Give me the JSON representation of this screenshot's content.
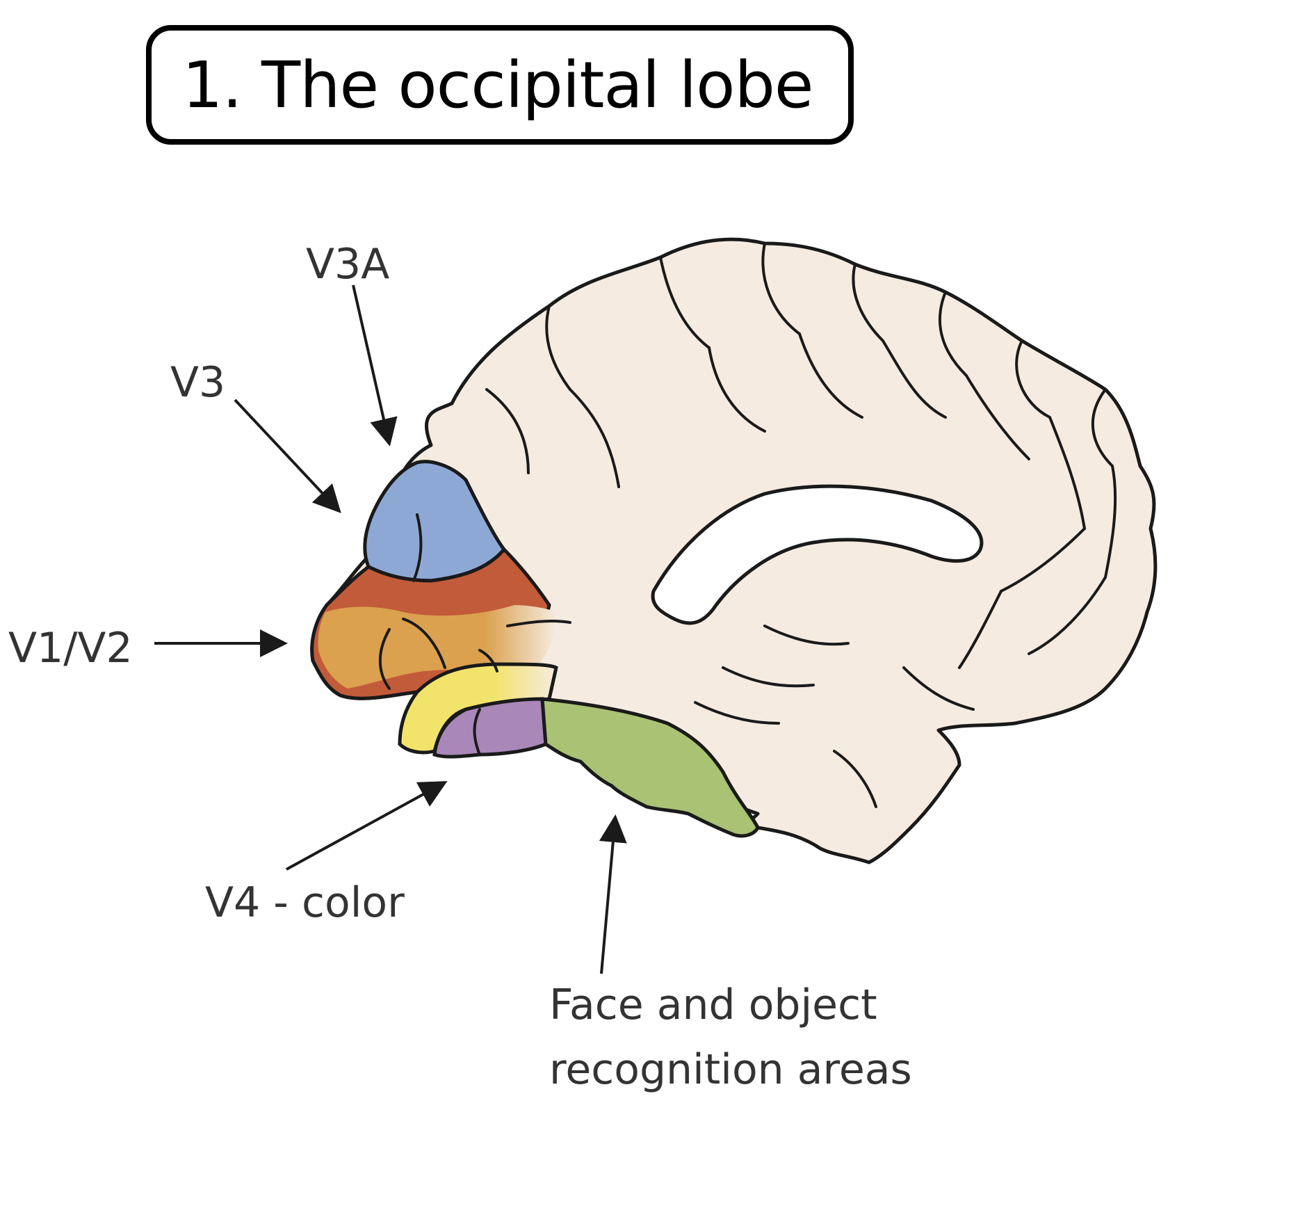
{
  "title": "1. The occipital lobe",
  "labels": {
    "v3a": "V3A",
    "v3": "V3",
    "v1v2": "V1/V2",
    "v4": "V4 - color",
    "face_line1": "Face and object",
    "face_line2": "recognition areas"
  },
  "colors": {
    "brain_fill": "#f5ebe0",
    "outline": "#1a1a1a",
    "v3a_blue": "#8ea8d5",
    "v1v2_red": "#c25b3a",
    "v1v2_orange": "#dba14e",
    "yellow": "#f2e36a",
    "v4_purple": "#a987b8",
    "face_green": "#a9c274"
  }
}
